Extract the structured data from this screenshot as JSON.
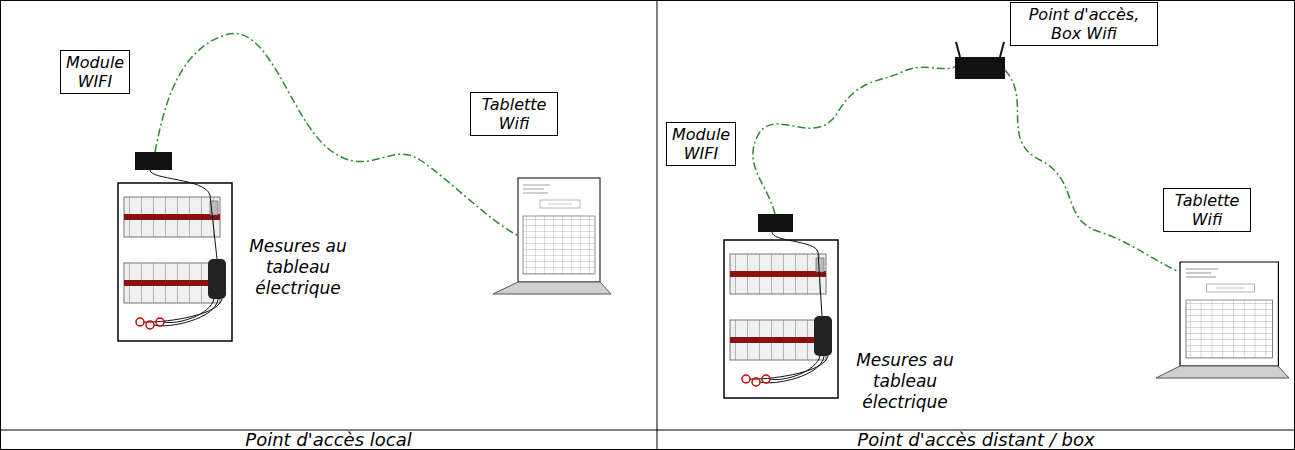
{
  "diagram": {
    "nodes": [
      {
        "text": [
          "Module WIFI"
        ]
      },
      {
        "text": [
          "Tablette Wifi"
        ]
      },
      {
        "text": [
          "Point d'accès, Box Wifi"
        ]
      },
      {
        "text": [
          "Module WIFI"
        ]
      },
      {
        "text": [
          "Tablette Wifi"
        ]
      }
    ],
    "labels": [
      "Mesures au tableau électrique",
      "Point d'accès local",
      "Mesures au tableau électrique",
      "Point d'accès distant / box"
    ]
  }
}
